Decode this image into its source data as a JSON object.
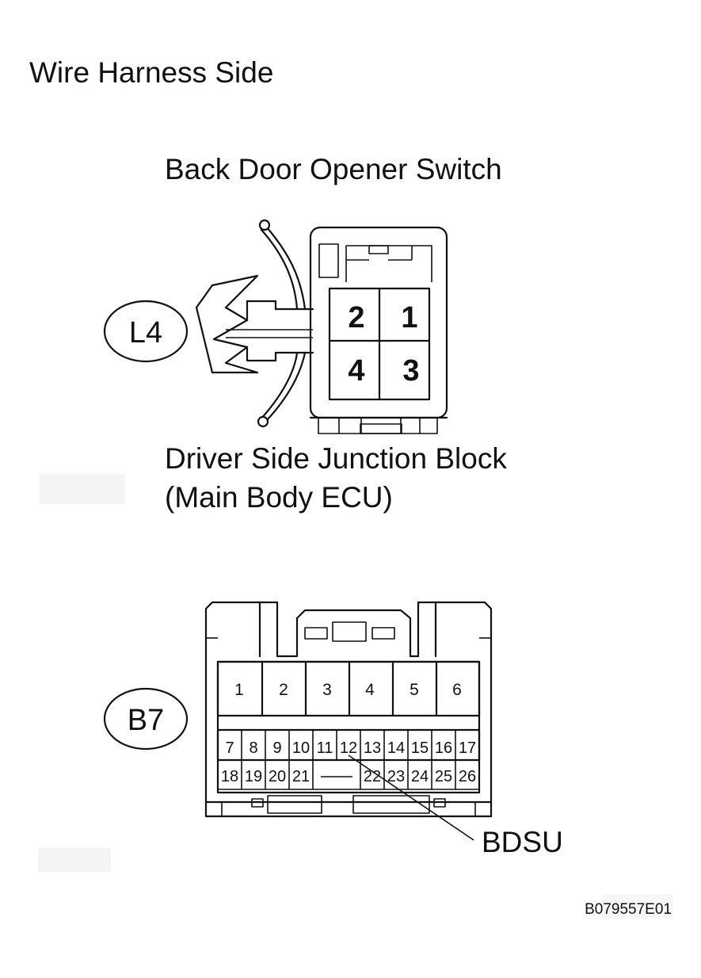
{
  "page": {
    "title": "Wire Harness Side",
    "figure_code": "B079557E01"
  },
  "connector_l4": {
    "name": "Back Door Opener Switch",
    "code": "L4",
    "pins": [
      "1",
      "2",
      "3",
      "4"
    ]
  },
  "connector_b7": {
    "name_line1": "Driver Side Junction Block",
    "name_line2": "(Main Body ECU)",
    "code": "B7",
    "pins": [
      "1",
      "2",
      "3",
      "4",
      "5",
      "6",
      "7",
      "8",
      "9",
      "10",
      "11",
      "12",
      "13",
      "14",
      "15",
      "16",
      "17",
      "18",
      "19",
      "20",
      "21",
      "22",
      "23",
      "24",
      "25",
      "26"
    ],
    "callout_label": "BDSU",
    "callout_pin": "12"
  },
  "colors": {
    "ink": "#111111",
    "background": "#ffffff",
    "smudge": "#f4f4f4"
  }
}
